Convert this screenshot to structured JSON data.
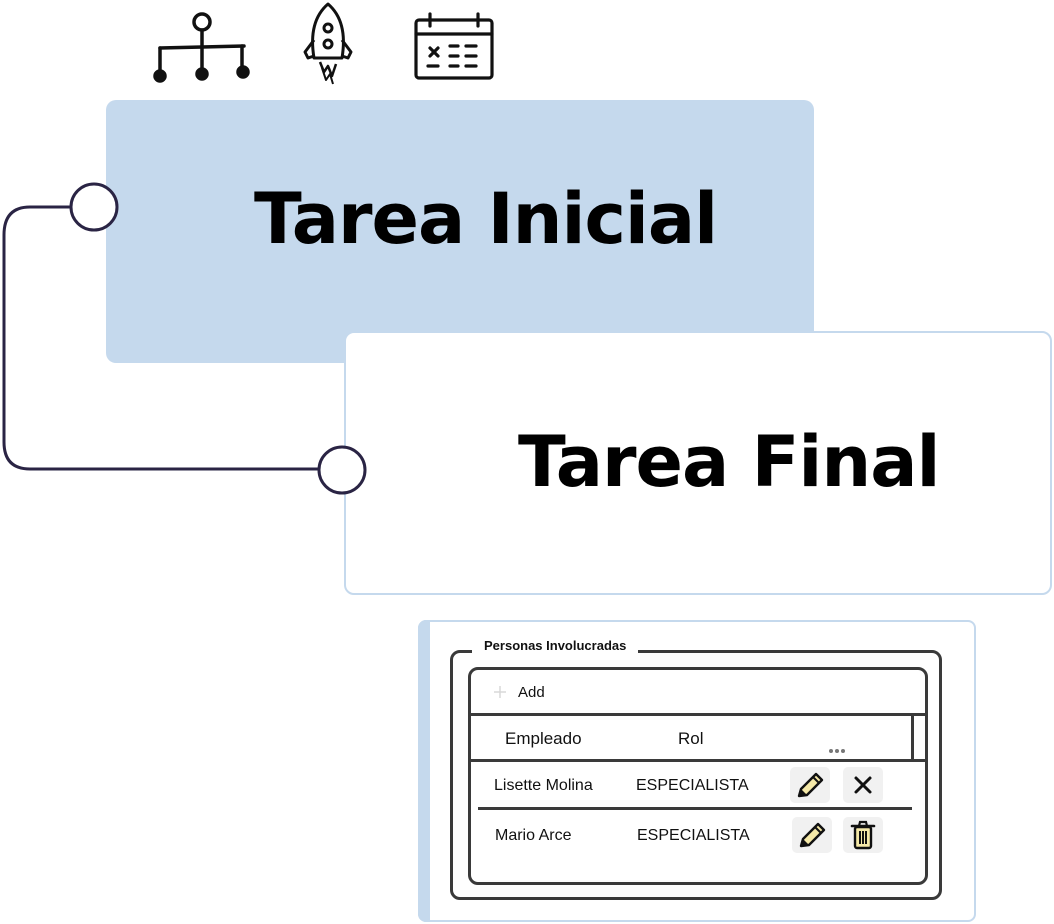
{
  "icons": {
    "hierarchy": "org-chart-icon",
    "rocket": "rocket-icon",
    "calendar": "calendar-icon"
  },
  "tasks": {
    "initial_title": "Tarea Inicial",
    "final_title": "Tarea Final"
  },
  "colors": {
    "card_fill": "#c5d9ed",
    "connector": "#2a2444",
    "border_dark": "#3a3a3a"
  },
  "personas": {
    "legend": "Personas Involucradas",
    "add_label": "Add",
    "columns": [
      "Empleado",
      "Rol",
      "..."
    ],
    "rows": [
      {
        "empleado": "Lisette Molina",
        "rol": "ESPECIALISTA",
        "actions": [
          "edit-icon",
          "close-icon"
        ]
      },
      {
        "empleado": "Mario Arce",
        "rol": "ESPECIALISTA",
        "actions": [
          "edit-icon",
          "trash-icon"
        ]
      }
    ]
  }
}
